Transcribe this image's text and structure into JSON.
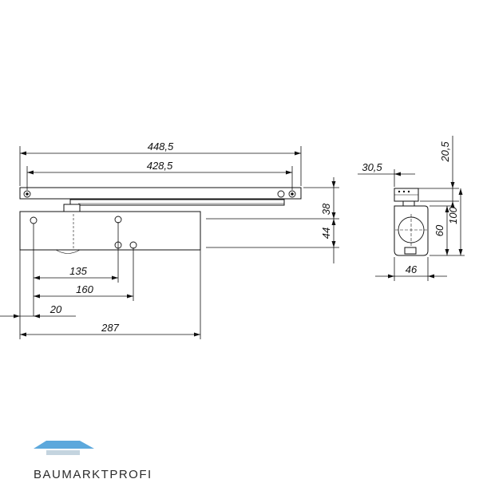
{
  "front_view": {
    "dim_total_arm": "448,5",
    "dim_arm_holes": "428,5",
    "dim_height_arm": "38",
    "dim_height_body": "44",
    "dim_hole_135": "135",
    "dim_hole_160": "160",
    "dim_offset_20": "20",
    "dim_body_length": "287"
  },
  "side_view": {
    "dim_top_offset": "30,5",
    "dim_top_height": "20,5",
    "dim_total_height": "100",
    "dim_body_height": "60",
    "dim_width": "46"
  },
  "logo": {
    "text": "BAUMARKTPROFI",
    "colors": {
      "roof": "#4a9fd8",
      "text": "#2b2b2b"
    }
  }
}
